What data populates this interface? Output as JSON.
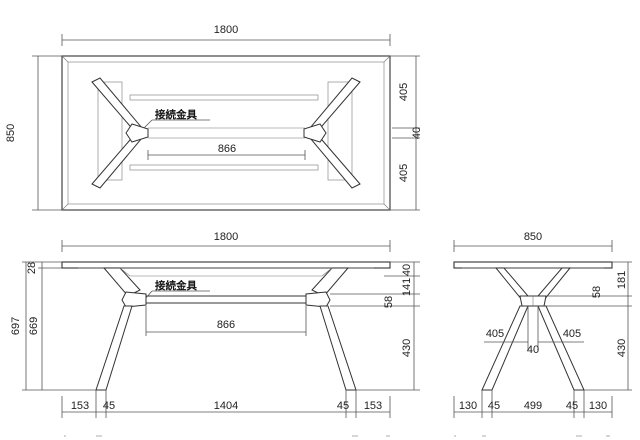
{
  "top_view": {
    "width_label": "1800",
    "depth_label": "850",
    "right_top_label": "405",
    "right_mid_label": "40",
    "right_bottom_label": "405",
    "inner_span_label": "866",
    "joint_label": "接続金具"
  },
  "front_view": {
    "width_label": "1800",
    "height_total_label": "697",
    "height_lower_label": "669",
    "top_thickness_label": "28",
    "right_labels": [
      "40",
      "141",
      "58",
      "430"
    ],
    "inner_span_label": "866",
    "joint_label": "接続金具",
    "bottom_labels": [
      "153",
      "45",
      "1404",
      "45",
      "153"
    ]
  },
  "side_view": {
    "width_label": "850",
    "right_upper_label": "181",
    "right_mid_label": "58",
    "right_lower_label": "430",
    "left_label": "405",
    "center_label": "40",
    "right_label": "405",
    "bottom_labels": [
      "130",
      "45",
      "499",
      "45",
      "130"
    ]
  }
}
